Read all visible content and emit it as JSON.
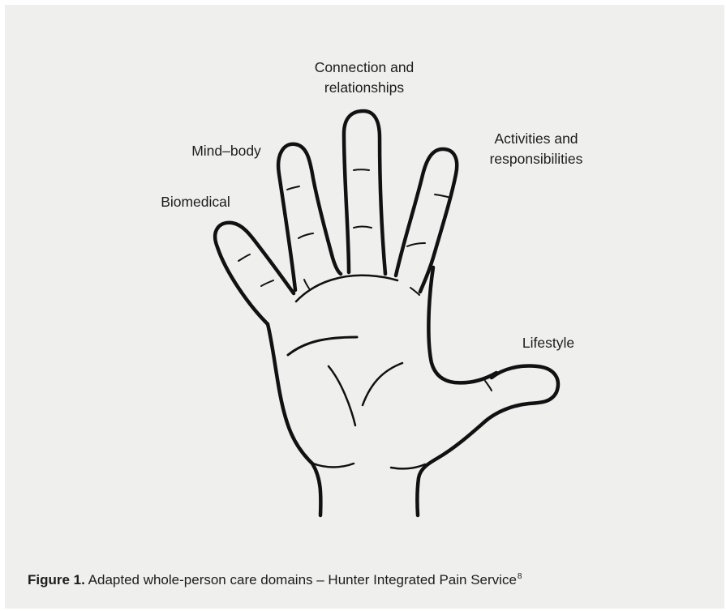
{
  "figure": {
    "labels": {
      "connection": [
        "Connection and",
        "relationships"
      ],
      "mind_body": "Mind–body",
      "activities": [
        "Activities and",
        "responsibilities"
      ],
      "biomedical": "Biomedical",
      "lifestyle": "Lifestyle"
    },
    "caption": {
      "label": "Figure 1.",
      "text": " Adapted whole-person care domains – Hunter Integrated Pain Service",
      "reference": "8"
    },
    "colors": {
      "background": "#efefed",
      "outline": "#111111",
      "text": "#1c1c1c"
    }
  }
}
